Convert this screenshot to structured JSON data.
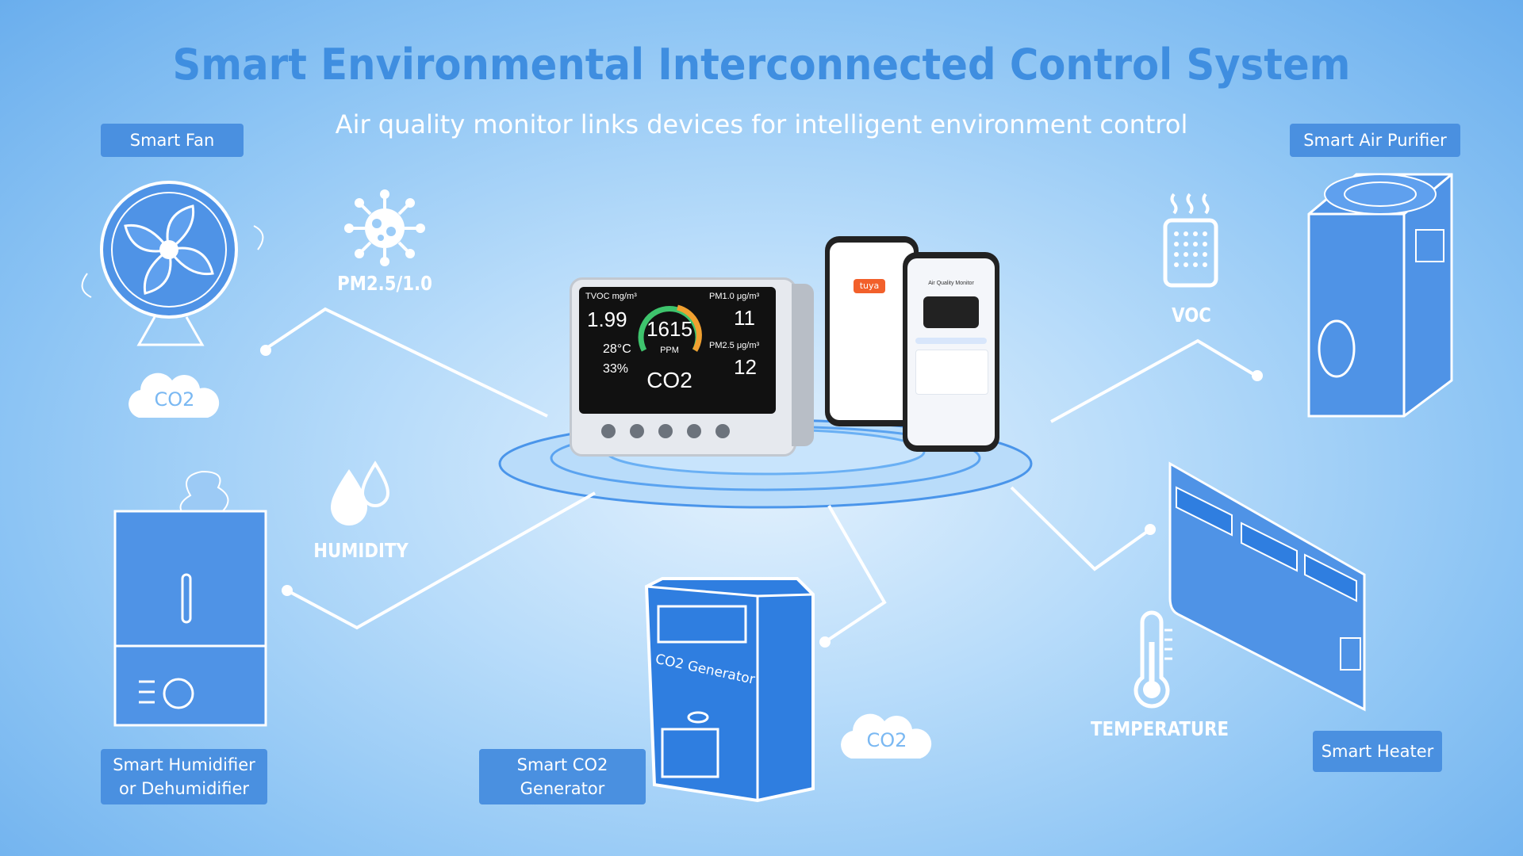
{
  "header": {
    "title": "Smart Environmental Interconnected Control System",
    "subtitle": "Air quality monitor links devices for intelligent environment control"
  },
  "devices": {
    "fan": "Smart Fan",
    "purifier": "Smart Air Purifier",
    "humidifier_line1": "Smart Humidifier",
    "humidifier_line2": "or Dehumidifier",
    "co2gen_line1": "Smart CO2",
    "co2gen_line2": "Generator",
    "heater": "Smart Heater"
  },
  "parameters": {
    "pm": "PM2.5/1.0",
    "voc": "VOC",
    "humidity": "HUMIDITY",
    "temperature": "TEMPERATURE",
    "co2_cloud_a": "CO2",
    "co2_cloud_b": "CO2",
    "co2_generator_label": "CO2 Generator"
  },
  "monitor": {
    "tvoc_label": "TVOC mg/m³",
    "tvoc_value": "1.99",
    "temp_value": "28°C",
    "humidity_value": "33%",
    "co2_value": "1615",
    "co2_unit": "PPM",
    "co2_label": "CO2",
    "pm1_label": "PM1.0 μg/m³",
    "pm1_value": "11",
    "pm25_label": "PM2.5 μg/m³",
    "pm25_value": "12"
  },
  "phone": {
    "app_logo": "tuya",
    "app_screen_title": "Air Quality Monitor"
  },
  "colors": {
    "title": "#3f8ee0",
    "tag_bg": "#4a90e0",
    "device_fill": "#4f93e6",
    "co2_generator": "#2f7ee0"
  }
}
